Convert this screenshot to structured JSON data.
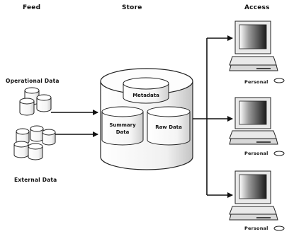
{
  "columns": {
    "feed": "Feed",
    "store": "Store",
    "access": "Access"
  },
  "sources": {
    "operational": "Operational Data",
    "external": "External Data"
  },
  "warehouse": {
    "metadata": "Metadata",
    "summary_line1": "Summary",
    "summary_line2": "Data",
    "raw": "Raw Data"
  },
  "clients": [
    {
      "label": "Personal"
    },
    {
      "label": "Personal"
    },
    {
      "label": "Personal"
    }
  ],
  "icons": {
    "database": "cylinder-icon",
    "computer": "desktop-computer-icon",
    "mouse": "mouse-icon",
    "arrow": "arrow-right-icon"
  }
}
